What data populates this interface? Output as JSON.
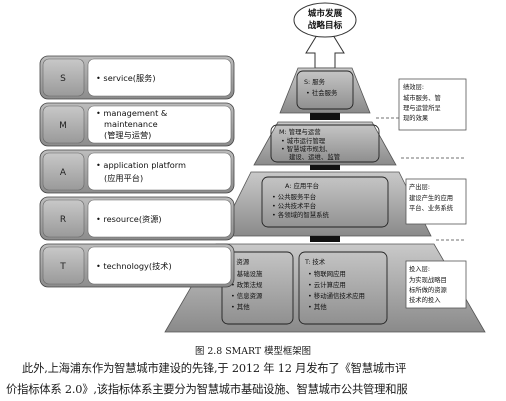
{
  "goal": {
    "line1": "城市发展",
    "line2": "战略目标"
  },
  "layers": [
    {
      "letter": "S",
      "text1": "•  service(服务)",
      "text2": ""
    },
    {
      "letter": "M",
      "text1": "•  management &",
      "text2": "maintenance",
      "text3": "(管理与运营)"
    },
    {
      "letter": "A",
      "text1": "•  application platform",
      "text2": "(应用平台)"
    },
    {
      "letter": "R",
      "text1": "•  resource(资源)",
      "text2": ""
    },
    {
      "letter": "T",
      "text1": "•  technology(技术)",
      "text2": ""
    }
  ],
  "pyramid": {
    "s": {
      "title": "S: 服务",
      "items": [
        "•  社会服务"
      ]
    },
    "m": {
      "title": "M: 管理与运营",
      "items": [
        "•  城市运行管理",
        "•  智慧城市规划、",
        "建设、运维、监管"
      ]
    },
    "a": {
      "title": "A: 应用平台",
      "items": [
        "•  公共服务平台",
        "•  公共技术平台",
        "•  各领域的智慧系统"
      ]
    },
    "r": {
      "title": "R: 资源",
      "items": [
        "•  基础设施",
        "•  政策法规",
        "•  信息资源",
        "•  其他"
      ]
    },
    "t": {
      "title": "T: 技术",
      "items": [
        "•  物联网应用",
        "•  云计算应用",
        "•  移动通信技术应用",
        "•  其他"
      ]
    }
  },
  "side_labels": [
    {
      "title": "绩效层:",
      "lines": [
        "城市服务、管",
        "理与运营所呈",
        "现的效果"
      ]
    },
    {
      "title": "产出层:",
      "lines": [
        "建设产生的应用",
        "平台、业务系统"
      ]
    },
    {
      "title": "投入层:",
      "lines": [
        "为实现战略目",
        "标所做的资源",
        "技术的投入"
      ]
    }
  ],
  "caption": "图 2.8   SMART 模型框架图",
  "body": {
    "line1": "此外,上海浦东作为智慧城市建设的先锋,于 2012 年 12 月发布了《智慧城市评",
    "line2": "价指标体系 2.0》,该指标体系主要分为智慧城市基础设施、智慧城市公共管理和服"
  }
}
